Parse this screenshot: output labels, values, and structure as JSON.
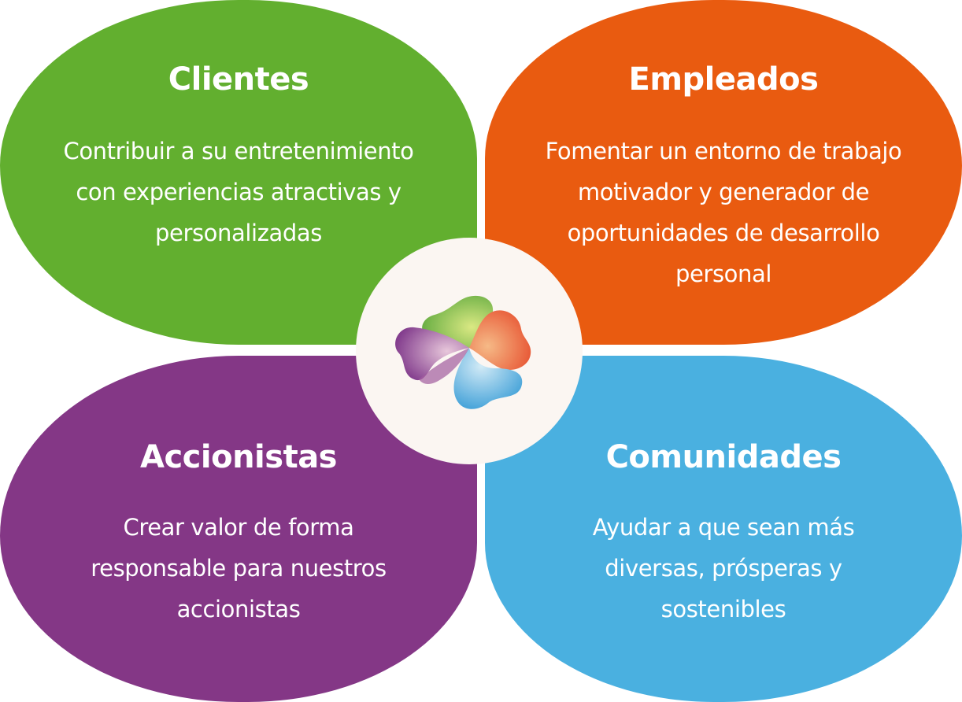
{
  "quadrants": [
    {
      "title": "Clientes",
      "text": "Contribuir a su entretenimiento con experiencias atractivas y personalizadas",
      "color": "#62af2f"
    },
    {
      "title": "Empleados",
      "text": "Fomentar un entorno de trabajo motivador y generador de oportunidades de desarrollo personal",
      "color": "#e95b10"
    },
    {
      "title": "Accionistas",
      "text": "Crear valor de forma responsable para nuestros accionistas",
      "color": "#843786"
    },
    {
      "title": "Comunidades",
      "text": "Ayudar a que sean más diversas, prósperas y sostenibles",
      "color": "#4ab0e0"
    }
  ],
  "center": {
    "icon": "multicolor-flower-logo-icon",
    "background": "#fbf6f2"
  }
}
